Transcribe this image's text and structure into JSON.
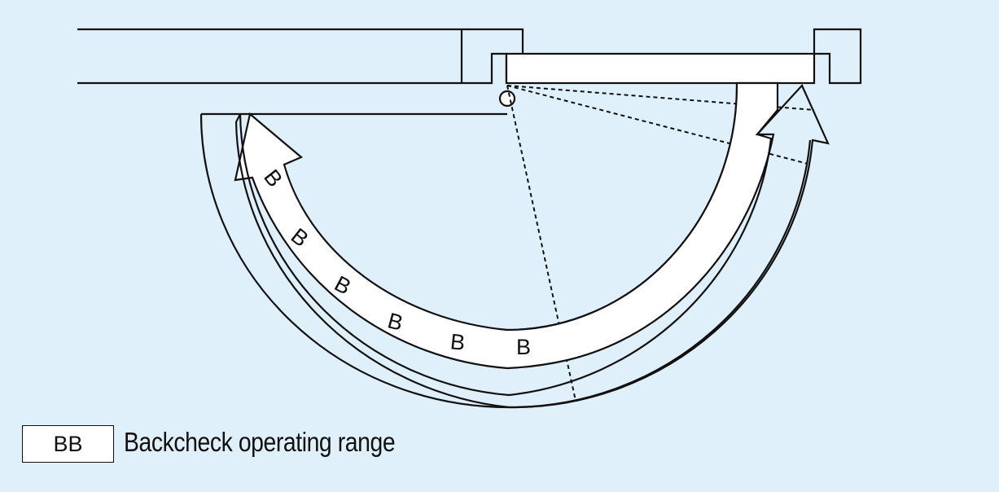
{
  "diagram": {
    "arc_letters": [
      "B",
      "B",
      "B",
      "B",
      "B",
      "B"
    ]
  },
  "legend": {
    "symbol": "BB",
    "label": "Backcheck operating range"
  }
}
